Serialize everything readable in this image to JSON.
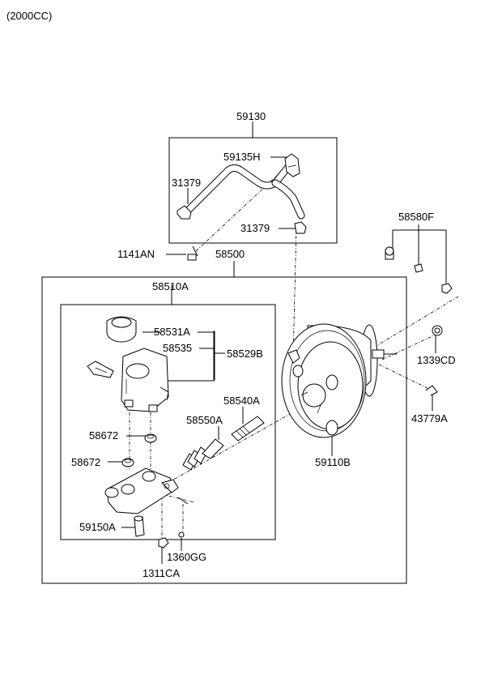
{
  "header": {
    "engine_label": "(2000CC)"
  },
  "labels": {
    "p59130": "59130",
    "p59135H": "59135H",
    "p31379_top": "31379",
    "p31379_bottom": "31379",
    "p1141AN": "1141AN",
    "p58500": "58500",
    "p58580F": "58580F",
    "p58510A": "58510A",
    "p58531A": "58531A",
    "p58535": "58535",
    "p58529B": "58529B",
    "p1339CD": "1339CD",
    "p58540A": "58540A",
    "p58550A": "58550A",
    "p58672_upper": "58672",
    "p58672_lower": "58672",
    "p43779A": "43779A",
    "p59110B": "59110B",
    "p59150A": "59150A",
    "p1360GG": "1360GG",
    "p1311CA": "1311CA"
  }
}
